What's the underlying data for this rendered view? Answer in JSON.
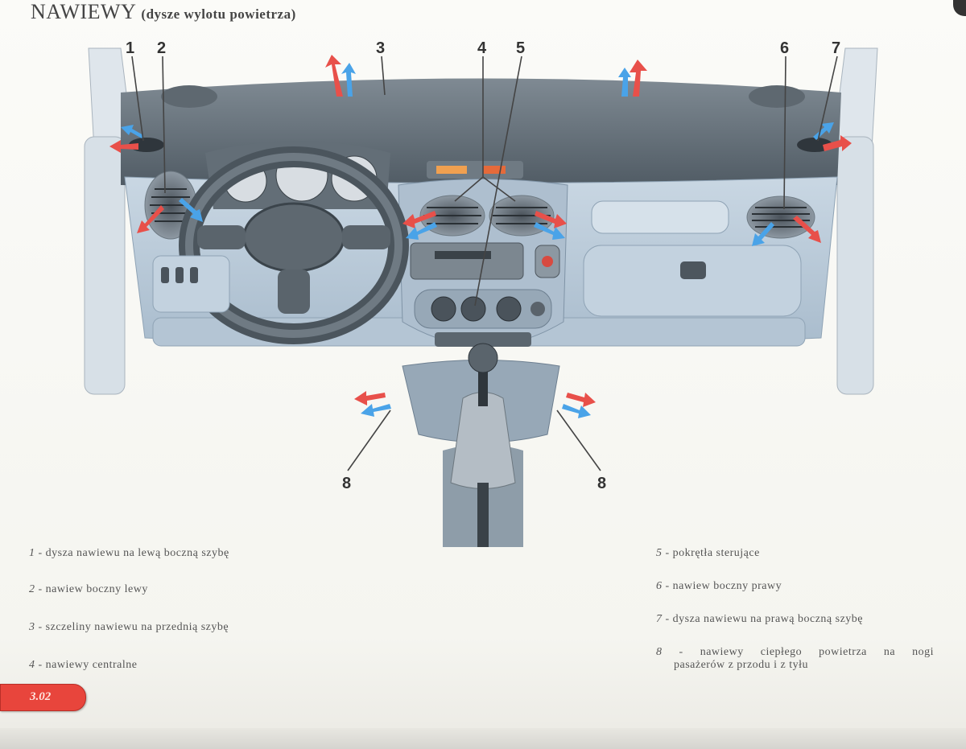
{
  "header": {
    "title": "NAWIEWY",
    "subtitle": "(dysze wylotu powietrza)"
  },
  "callouts": [
    "1",
    "2",
    "3",
    "4",
    "5",
    "6",
    "7",
    "8"
  ],
  "legend_left": [
    {
      "num": "1",
      "text": " - dysza nawiewu na lewą boczną szybę"
    },
    {
      "num": "2",
      "text": " - nawiew boczny lewy"
    },
    {
      "num": "3",
      "text": " - szczeliny nawiewu na przednią szybę"
    },
    {
      "num": "4",
      "text": " - nawiewy centralne"
    }
  ],
  "legend_right": [
    {
      "num": "5",
      "text": " - pokrętła sterujące"
    },
    {
      "num": "6",
      "text": " - nawiew boczny prawy"
    },
    {
      "num": "7",
      "text": " - dysza nawiewu na prawą boczną szybę"
    },
    {
      "num": "8",
      "text": " - nawiewy ciepłego powietrza na nogi",
      "text2": "pasażerów z przodu i z tyłu"
    }
  ],
  "page_number": "3.02",
  "colors": {
    "warm_arrow": "#e8504a",
    "cool_arrow": "#4aa3e8",
    "dashboard": "#b8c9d9",
    "badge": "#e8453c"
  }
}
